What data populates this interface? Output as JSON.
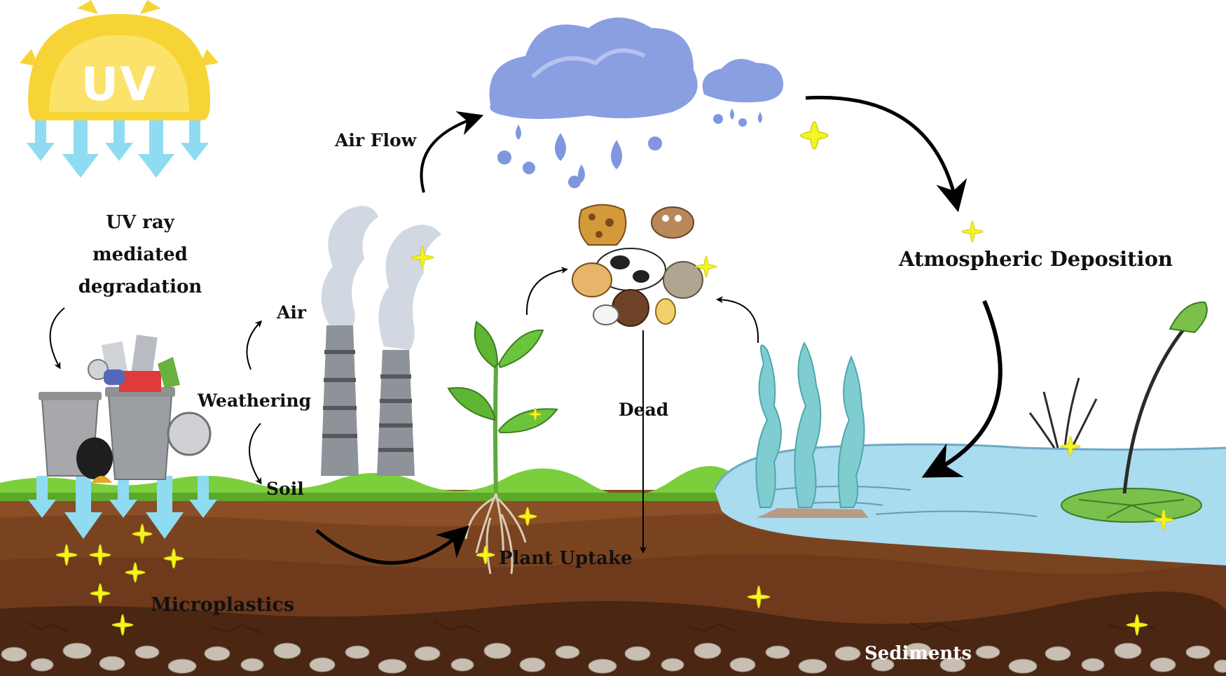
{
  "sun": {
    "text": "UV"
  },
  "labels": {
    "uv_degradation": [
      "UV ray",
      "mediated",
      "degradation"
    ],
    "air_flow": "Air Flow",
    "atmospheric_deposition": "Atmospheric Deposition",
    "air": "Air",
    "weathering": "Weathering",
    "soil": "Soil",
    "dead": "Dead",
    "plant_uptake": "Plant Uptake",
    "microplastics": "Microplastics",
    "sediments": "Sediments"
  },
  "colors": {
    "sun": "#f7d436",
    "uv_arrow": "#8fdcf2",
    "grass": "#7ccf3c",
    "soil_top": "#8a4f26",
    "soil_mid": "#6e3a1b",
    "soil_dark": "#4a2613",
    "pebble": "#c9beb2",
    "cloud": "#7f97df",
    "smoke": "#d2d8e2",
    "chimney": "#8e9299",
    "water": "#a9dcef",
    "seaweed": "#7fcdd0",
    "leaf": "#5fb534",
    "sparkle": "#f5f51d",
    "arrow": "#000000"
  }
}
